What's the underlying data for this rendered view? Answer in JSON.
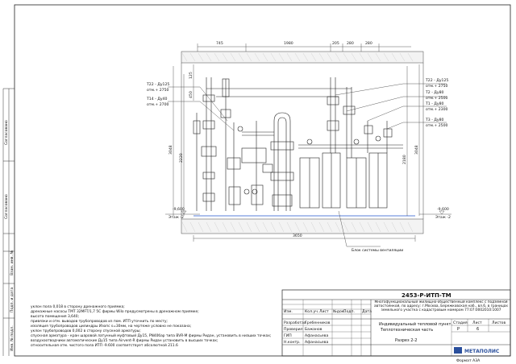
{
  "callouts": [
    {
      "line1": "Т22 - Ду125",
      "line2": "отм.+ 2750"
    },
    {
      "line1": "Т14 - Ду40",
      "line2": "отм.+ 2700"
    },
    {
      "line1": "Т22 - Ду125",
      "line2": "отм.+ 2750"
    },
    {
      "line1": "Т2 - Ду80",
      "line2": "отм.+ 2500"
    },
    {
      "line1": "Т1 - Ду80",
      "line2": "отм.+ 2300"
    },
    {
      "line1": "Т3 - Ду80",
      "line2": "отм.+ 2500"
    }
  ],
  "dimensions": {
    "top": [
      "745",
      "1980",
      "205",
      "280",
      "280"
    ],
    "left_vertical": [
      "3048",
      "2220",
      "450",
      "125"
    ],
    "right_vertical": [
      "3048",
      "2180"
    ],
    "bottom": "3650"
  },
  "levels": {
    "left": {
      "mark": "-9,600",
      "label": "Этаж -2"
    },
    "right": {
      "mark": "-9,600",
      "label": "Этаж -2"
    }
  },
  "vent_block_label": "Блок системы вентиляции",
  "side_stamps": {
    "agreed_1": "Согласовано",
    "agreed_2": "Согласовано",
    "inv_no": "Взам. инв. №",
    "sign_date": "Подп. и дата",
    "inv_orig": "Инв. № подл."
  },
  "notes": [
    "уклон пола 0,018 в сторону дренажного приямка;",
    "дренажные насосы ТМТ 32MFT/1,7 5С фирмы Wilo предусмотрены в дренажном приямке;",
    "высота помещения 3,640;",
    "привязки и отм. выводов трубопроводов из пом. ИТП уточнить по месту;",
    "изоляция трубопроводов цилиндры Изопс s=30мм, на чертеже условно не показана;",
    "уклон трубопроводов 0,002 в сторону спускной арматуры;",
    "спускная арматура - кран шаровой латунный муфтовый Ду15, PN40бар типа BVR-M фирмы Ридан, установить в низших точках;",
    "воздухоотводчики автоматические Ду15 типа Airvent-R фирмы Ридан установить в высших точках;",
    "относительная отм. чистого пола ИТП -9.600 соответствует абсолютной 211.6"
  ],
  "title_block": {
    "code": "2453-Р-ИТП-ТМ",
    "project_desc": "Многофункциональный жилищно-общественный комплекс с подземной автостоянкой, по адресу: г.Москва, Бережковская наб., вл.6, в границах земельного участка с кадастровым номером 77:07:0002010:1007",
    "title1": "Индивидуальный тепловой пункт.",
    "title2": "Теплотехническая часть",
    "sheet_name": "Разрез 2-2",
    "header": {
      "change": "Изм.",
      "count": "Кол.уч.",
      "sheet": "Лист",
      "doc": "№док.",
      "sign": "Подп.",
      "date": "Дата"
    },
    "stage_label": "Стадия",
    "sheet_label": "Лист",
    "sheets_label": "Листов",
    "stage": "Р",
    "sheet_no": "6",
    "people": [
      {
        "role": "Разработал",
        "name": "Гребенников"
      },
      {
        "role": "Проверил",
        "name": "Бажанов"
      },
      {
        "role": "ГИП",
        "name": "Афанасьева"
      },
      {
        "role": "Н.контр.",
        "name": "Афанасьева"
      }
    ],
    "company": "МЕТАПОЛИС"
  },
  "format": "Формат А3А"
}
